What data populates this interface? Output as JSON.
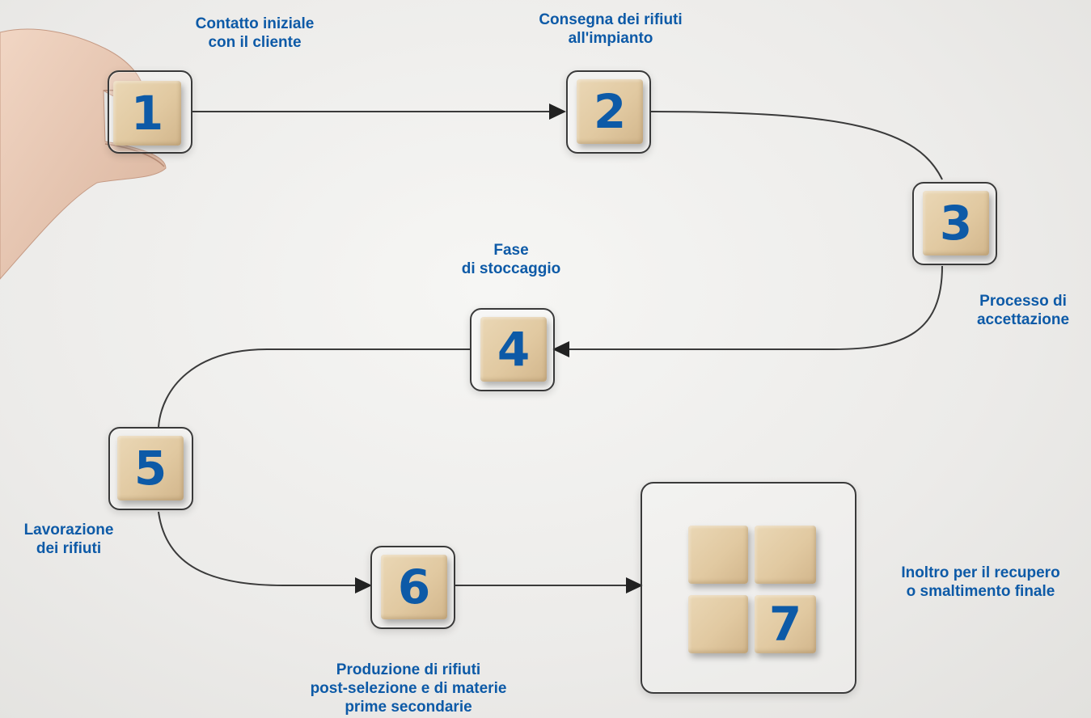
{
  "colors": {
    "text": "#0d5aa7",
    "line": "#3a3a3a",
    "block": "#e1c9a1"
  },
  "steps": [
    {
      "number": "1",
      "label_lines": [
        "Contatto iniziale",
        "con il cliente"
      ]
    },
    {
      "number": "2",
      "label_lines": [
        "Consegna dei rifiuti",
        "all'impianto"
      ]
    },
    {
      "number": "3",
      "label_lines": [
        "Processo di",
        "accettazione"
      ]
    },
    {
      "number": "4",
      "label_lines": [
        "Fase",
        "di stoccaggio"
      ]
    },
    {
      "number": "5",
      "label_lines": [
        "Lavorazione",
        "dei rifiuti"
      ]
    },
    {
      "number": "6",
      "label_lines": [
        "Produzione di rifiuti",
        "post-selezione e di materie",
        "prime secondarie"
      ]
    },
    {
      "number": "7",
      "label_lines": [
        "Inoltro per il recupero",
        "o smaltimento finale"
      ]
    }
  ],
  "icons": {
    "hand": "hand-icon",
    "arrow": "arrowhead-icon"
  }
}
